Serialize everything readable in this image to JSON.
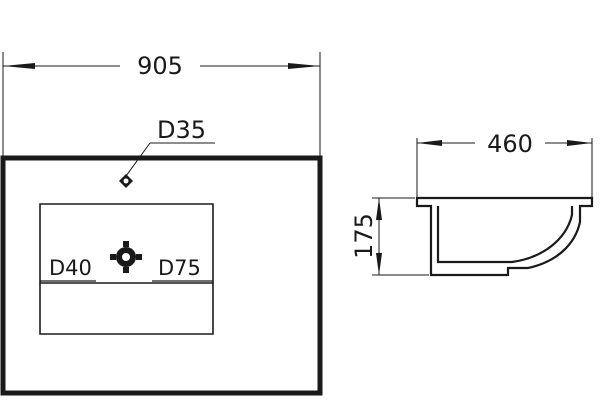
{
  "dimensions": {
    "overall_width": "905",
    "tap_hole": "D35",
    "overflow": "D40",
    "drain": "D75",
    "side_width": "460",
    "height": "175"
  },
  "colors": {
    "line": "#1a1a1a",
    "background": "#ffffff"
  }
}
